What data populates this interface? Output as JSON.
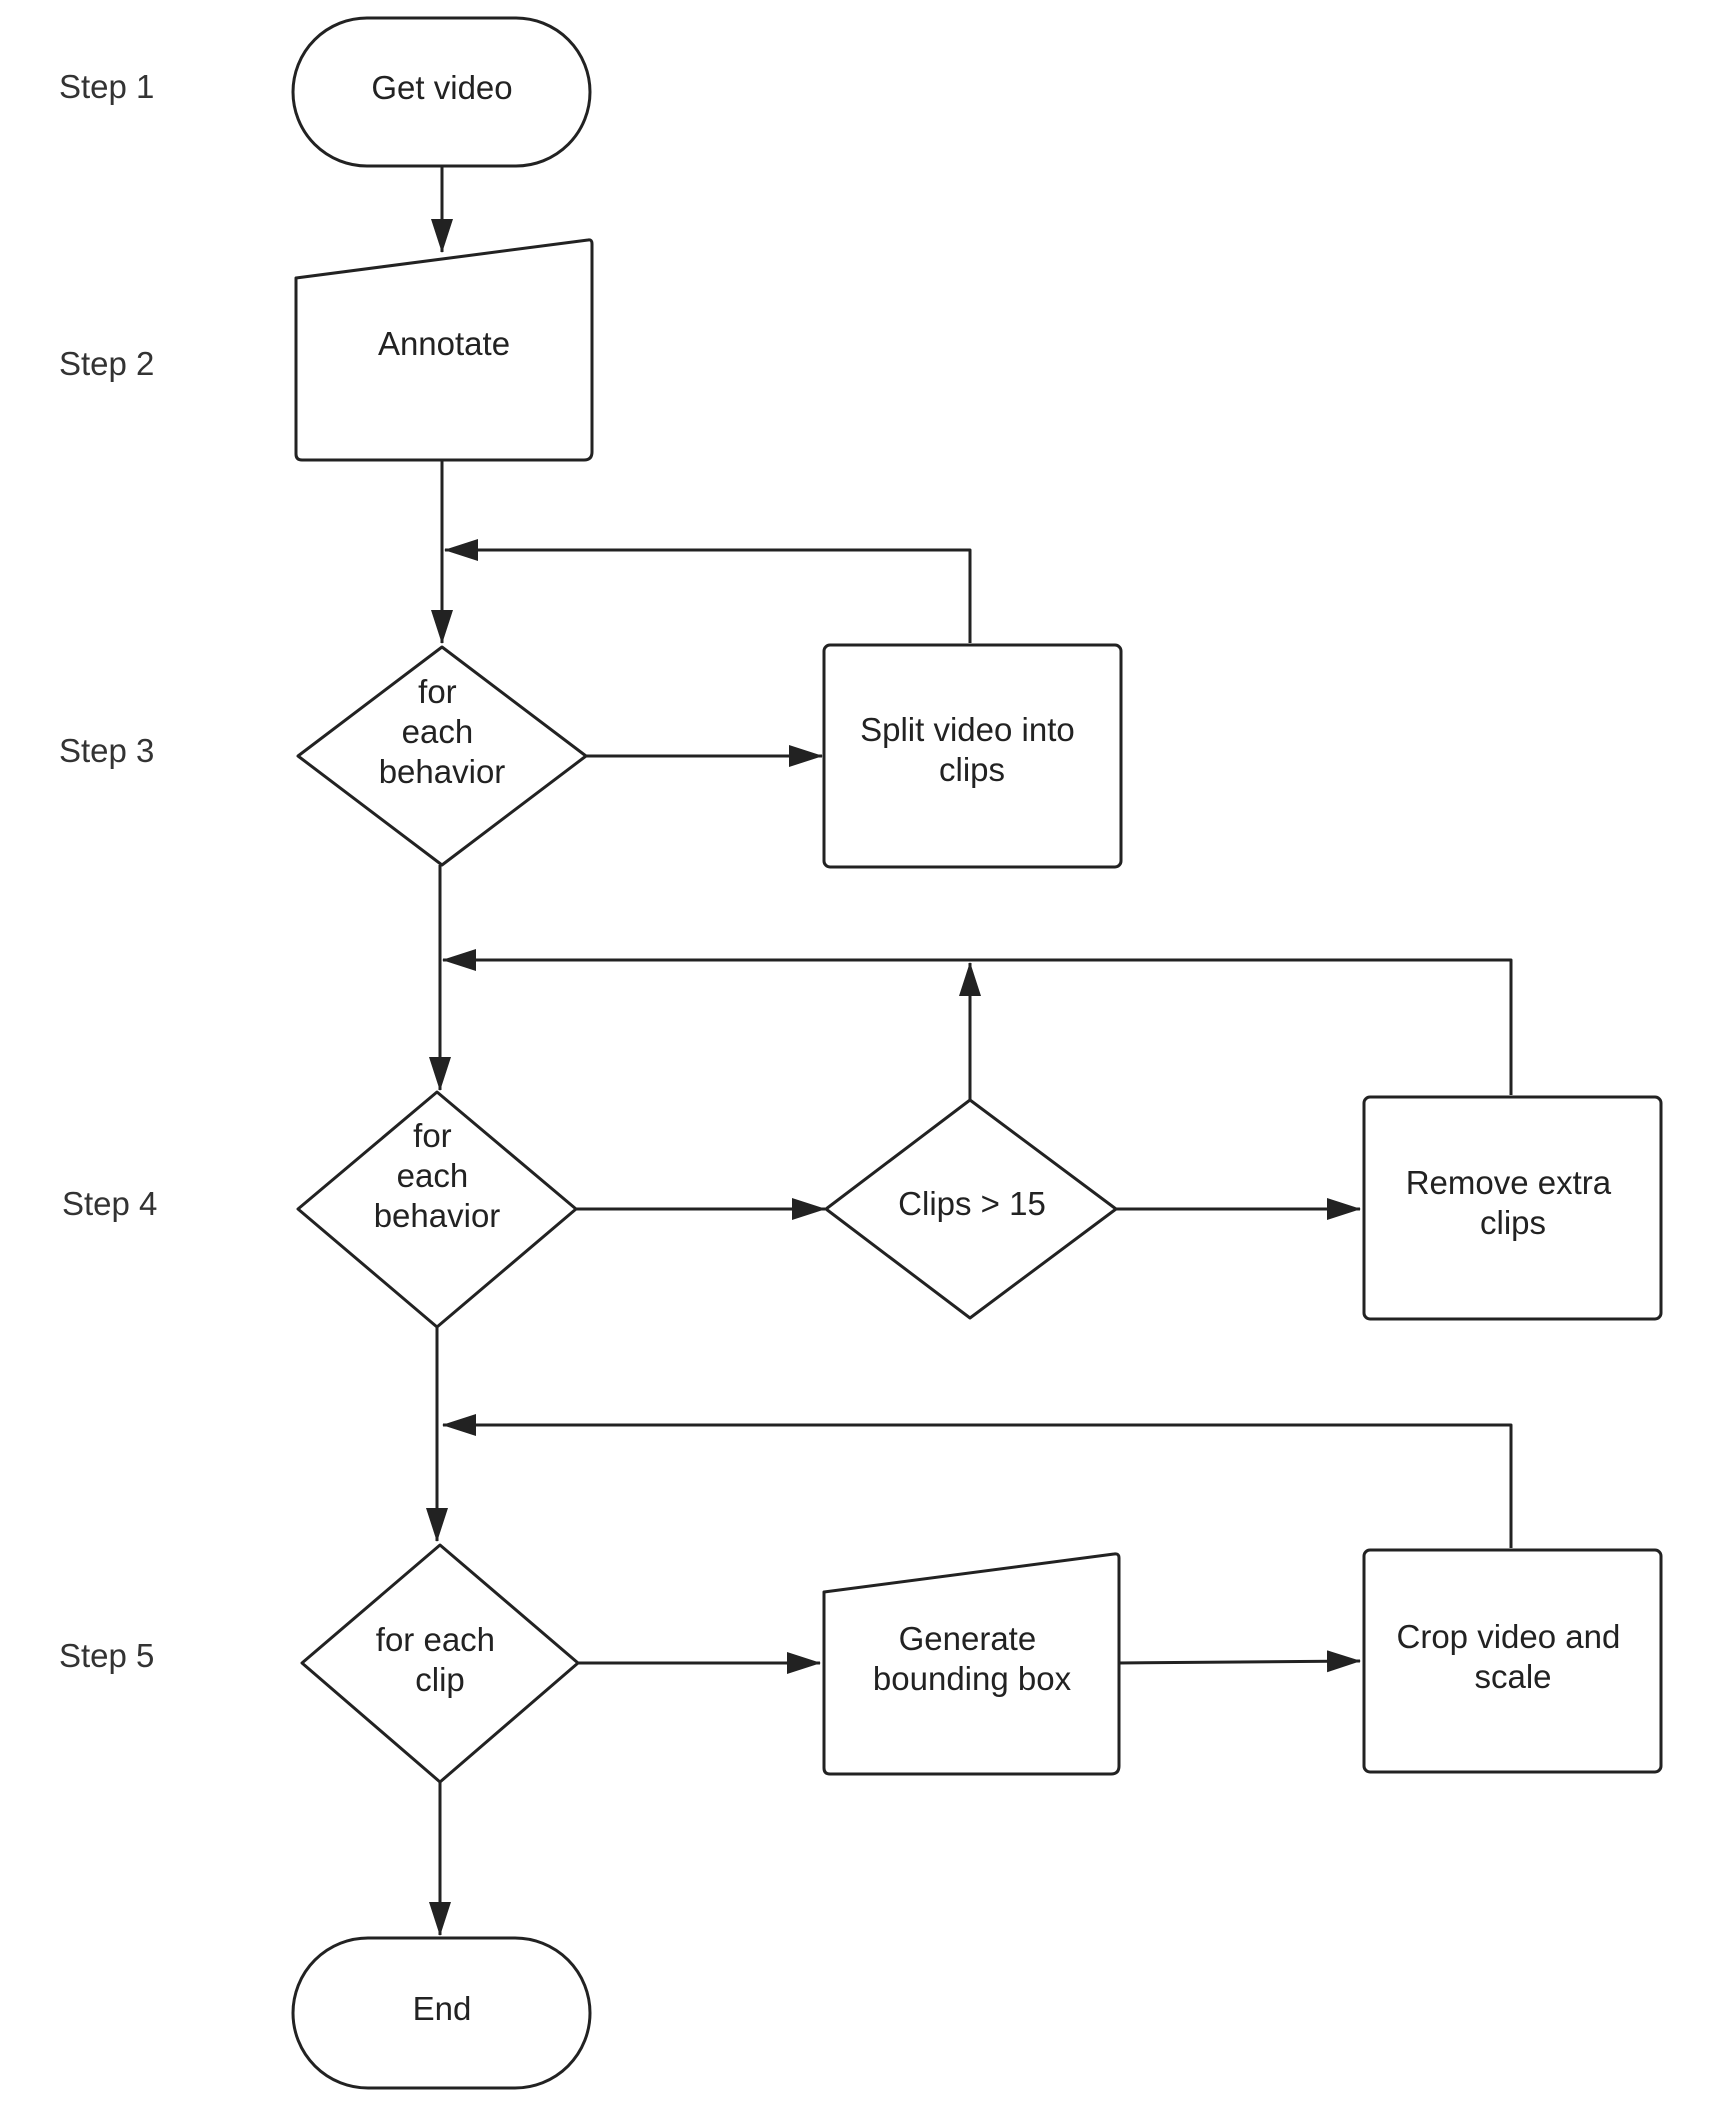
{
  "steps": [
    "Step 1",
    "Step 2",
    "Step 3",
    "Step 4",
    "Step 5"
  ],
  "nodes": {
    "get_video": [
      "Get video"
    ],
    "annotate": [
      "Annotate"
    ],
    "loop_behavior_1": [
      "for",
      "each",
      "behavior"
    ],
    "split_video": [
      "Split video into",
      "clips"
    ],
    "loop_behavior_2": [
      "for",
      "each",
      "behavior"
    ],
    "clips_check": [
      "Clips > 15"
    ],
    "remove_clips": [
      "Remove extra",
      "clips"
    ],
    "loop_clip": [
      "for each",
      "clip"
    ],
    "bounding_box": [
      "Generate",
      "bounding box"
    ],
    "crop_video": [
      "Crop video and",
      "scale"
    ],
    "end": [
      "End"
    ]
  },
  "colors": {
    "stroke": "#222222",
    "fill": "#ffffff",
    "text": "#222222"
  }
}
